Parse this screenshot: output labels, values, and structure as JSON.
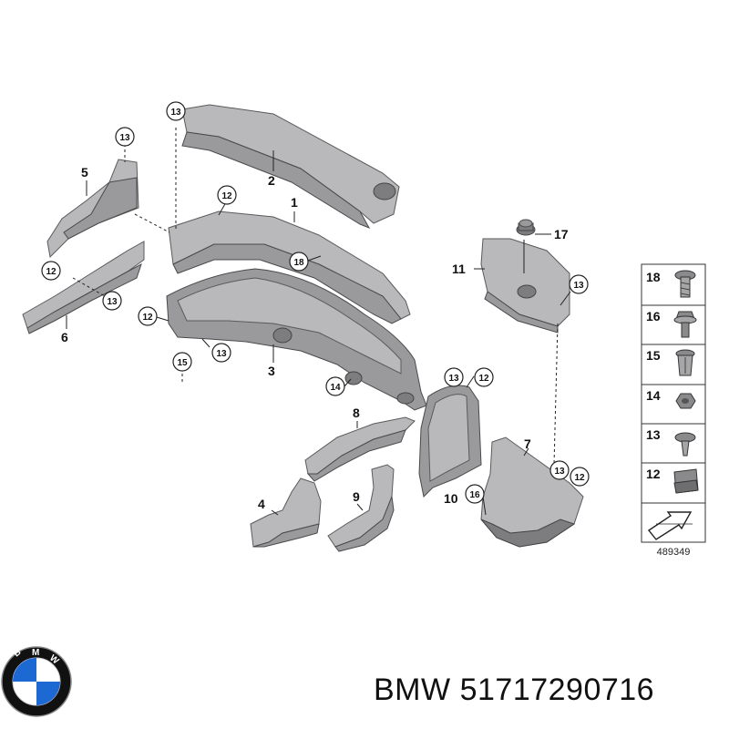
{
  "callouts": {
    "p1": "1",
    "p2": "2",
    "p3": "3",
    "p4": "4",
    "p5": "5",
    "p6": "6",
    "p7": "7",
    "p8": "8",
    "p9": "9",
    "p10": "10",
    "p11": "11",
    "p17": "17",
    "c13a": "13",
    "c13b": "13",
    "c12a": "12",
    "c12b": "12",
    "c13c": "13",
    "c18": "18",
    "c12c": "12",
    "c15": "15",
    "c13d": "13",
    "c14": "14",
    "c13e": "13",
    "c12d": "12",
    "c16": "16",
    "c13f": "13",
    "c12e": "12",
    "c13g": "13"
  },
  "legend": {
    "items": [
      {
        "num": "18",
        "icon": "bolt-icon"
      },
      {
        "num": "16",
        "icon": "flange-screw-icon"
      },
      {
        "num": "15",
        "icon": "expansion-rivet-icon"
      },
      {
        "num": "14",
        "icon": "hex-nut-icon"
      },
      {
        "num": "13",
        "icon": "push-clip-icon"
      },
      {
        "num": "12",
        "icon": "spring-nut-icon"
      }
    ],
    "ref_code": "489349"
  },
  "brand": {
    "name": "BMW",
    "part_number": "51717290716"
  },
  "logo": {
    "letters": "BMW",
    "colors": {
      "blue": "#1c69d4",
      "black": "#111111"
    }
  }
}
